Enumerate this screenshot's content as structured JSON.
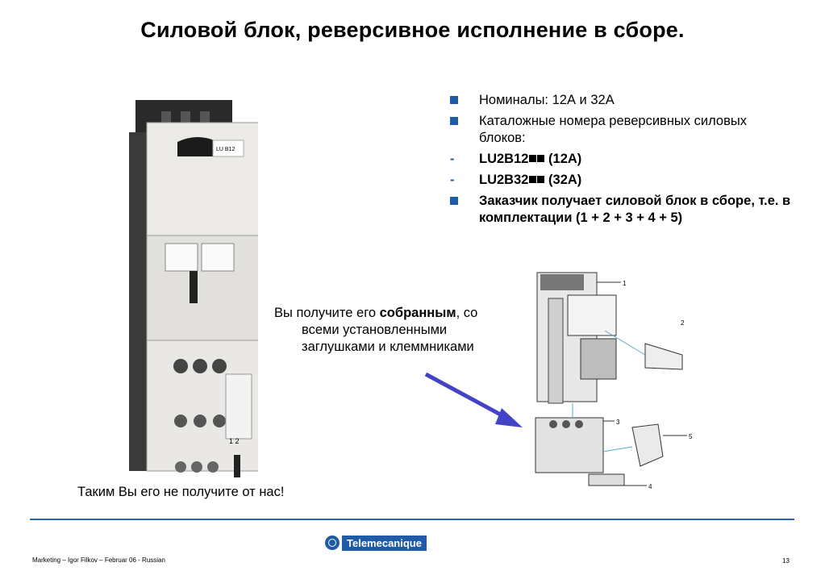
{
  "title": "Силовой блок, реверсивное исполнение в сборе.",
  "bullets": [
    {
      "text": "Номиналы: 12А и 32А"
    },
    {
      "text": "Каталожные номера реверсивных силовых блоков:"
    },
    {
      "text": "LU2B12",
      "suffix": " (12А)"
    },
    {
      "text": "LU2B32",
      "suffix": " (32А)"
    },
    {
      "text": "Заказчик получает силовой блок в сборе, т.е. в комплектации (1 + 2 + 3 + 4 + 5)"
    }
  ],
  "middle_text": {
    "part1": "Вы получите его ",
    "bold": "собранным",
    "part2": ", со",
    "line2": "всеми установленными",
    "line3": "заглушками и клеммниками"
  },
  "caption": "Таким Вы его не получите от нас!",
  "diagram_labels": [
    "1",
    "2",
    "3",
    "4",
    "5"
  ],
  "device_labels": {
    "terminal_top": "LU B12",
    "terminal_mid": "1  2"
  },
  "logo_text": "Telemecanique",
  "footer": "Marketing – Igor Filkov – Februar 06 - Russian",
  "page_number": "13",
  "colors": {
    "accent": "#1f5ba8",
    "arrow": "#4343c8",
    "rule": "#2b63b4"
  }
}
